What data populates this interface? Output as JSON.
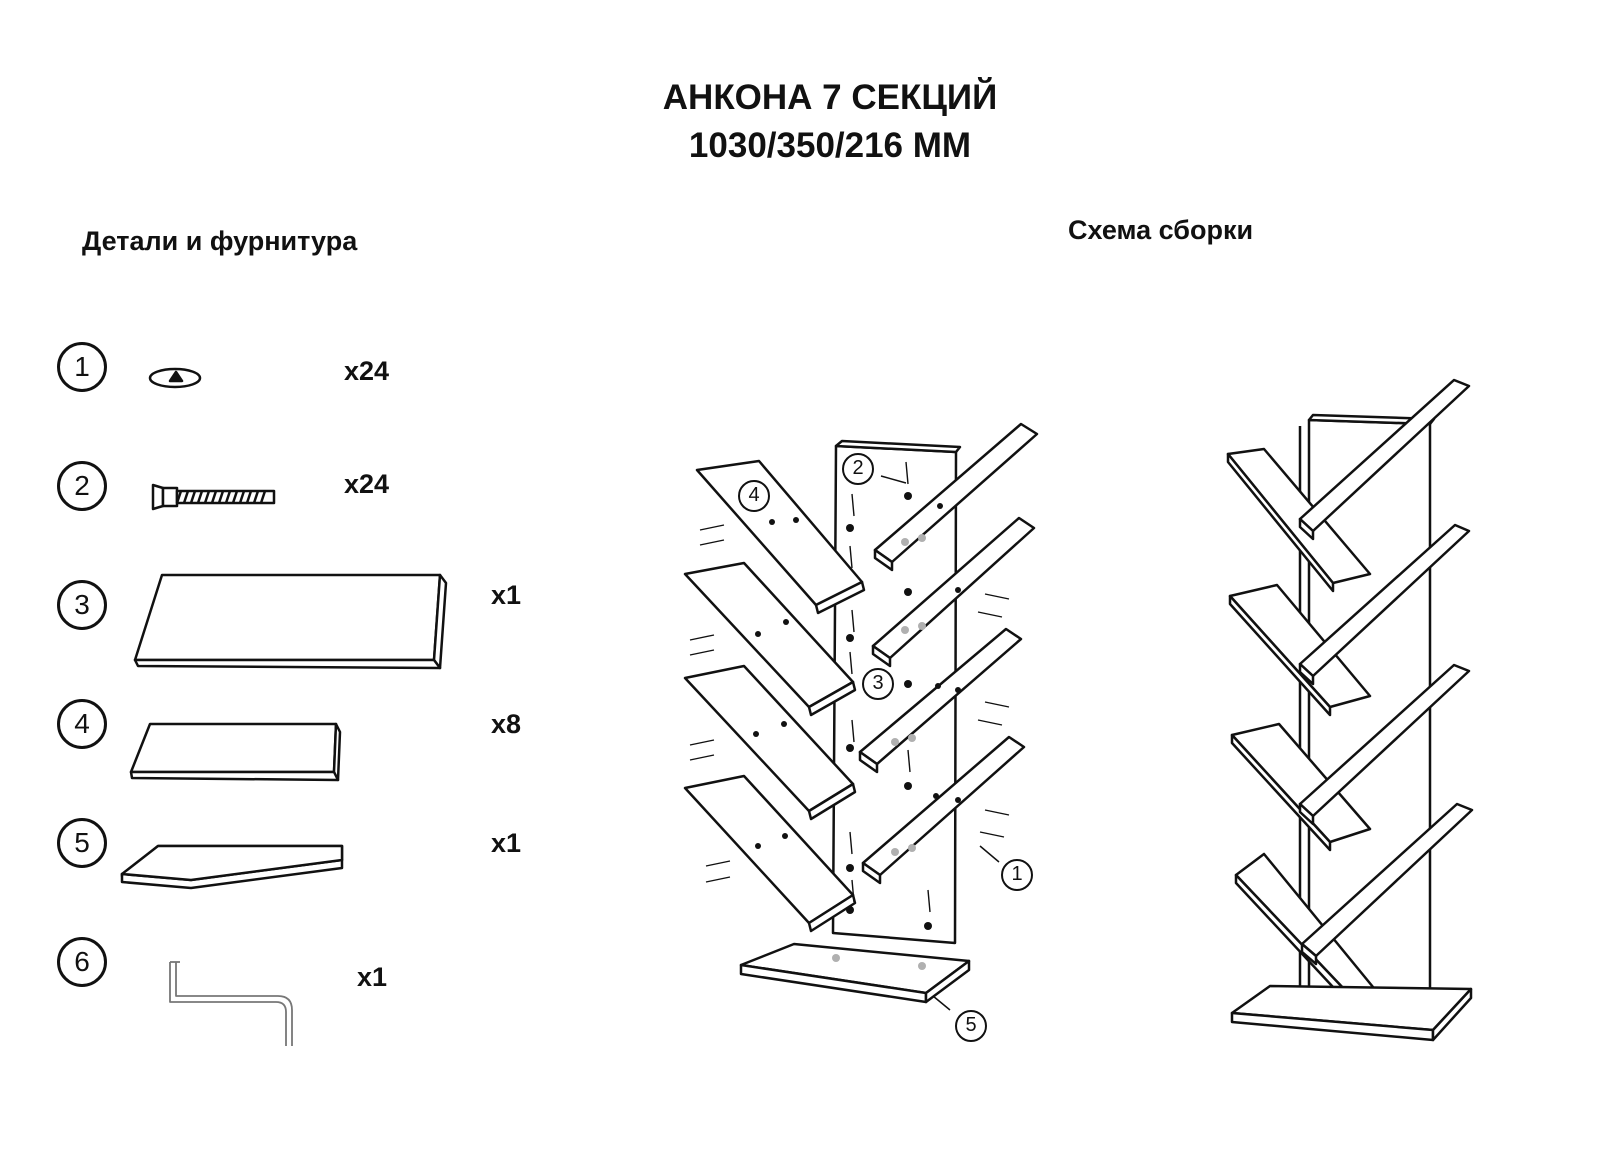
{
  "title": {
    "line1": "АНКОНА 7 СЕКЦИЙ",
    "line2": "1030/350/216 ММ"
  },
  "parts_section": {
    "heading": "Детали и фурнитура",
    "items": [
      {
        "number": "1",
        "icon": "cam-lock-icon",
        "quantity": "x24"
      },
      {
        "number": "2",
        "icon": "confirmat-screw-icon",
        "quantity": "x24"
      },
      {
        "number": "3",
        "icon": "long-panel-icon",
        "quantity": "x1"
      },
      {
        "number": "4",
        "icon": "shelf-panel-icon",
        "quantity": "x8"
      },
      {
        "number": "5",
        "icon": "base-panel-icon",
        "quantity": "x1"
      },
      {
        "number": "6",
        "icon": "hex-key-icon",
        "quantity": "x1"
      }
    ]
  },
  "assembly_section": {
    "heading": "Схема сборки",
    "callouts": [
      "2",
      "4",
      "3",
      "1",
      "5"
    ]
  },
  "colors": {
    "line": "#111111",
    "hint_dot": "#b0b0b0"
  }
}
